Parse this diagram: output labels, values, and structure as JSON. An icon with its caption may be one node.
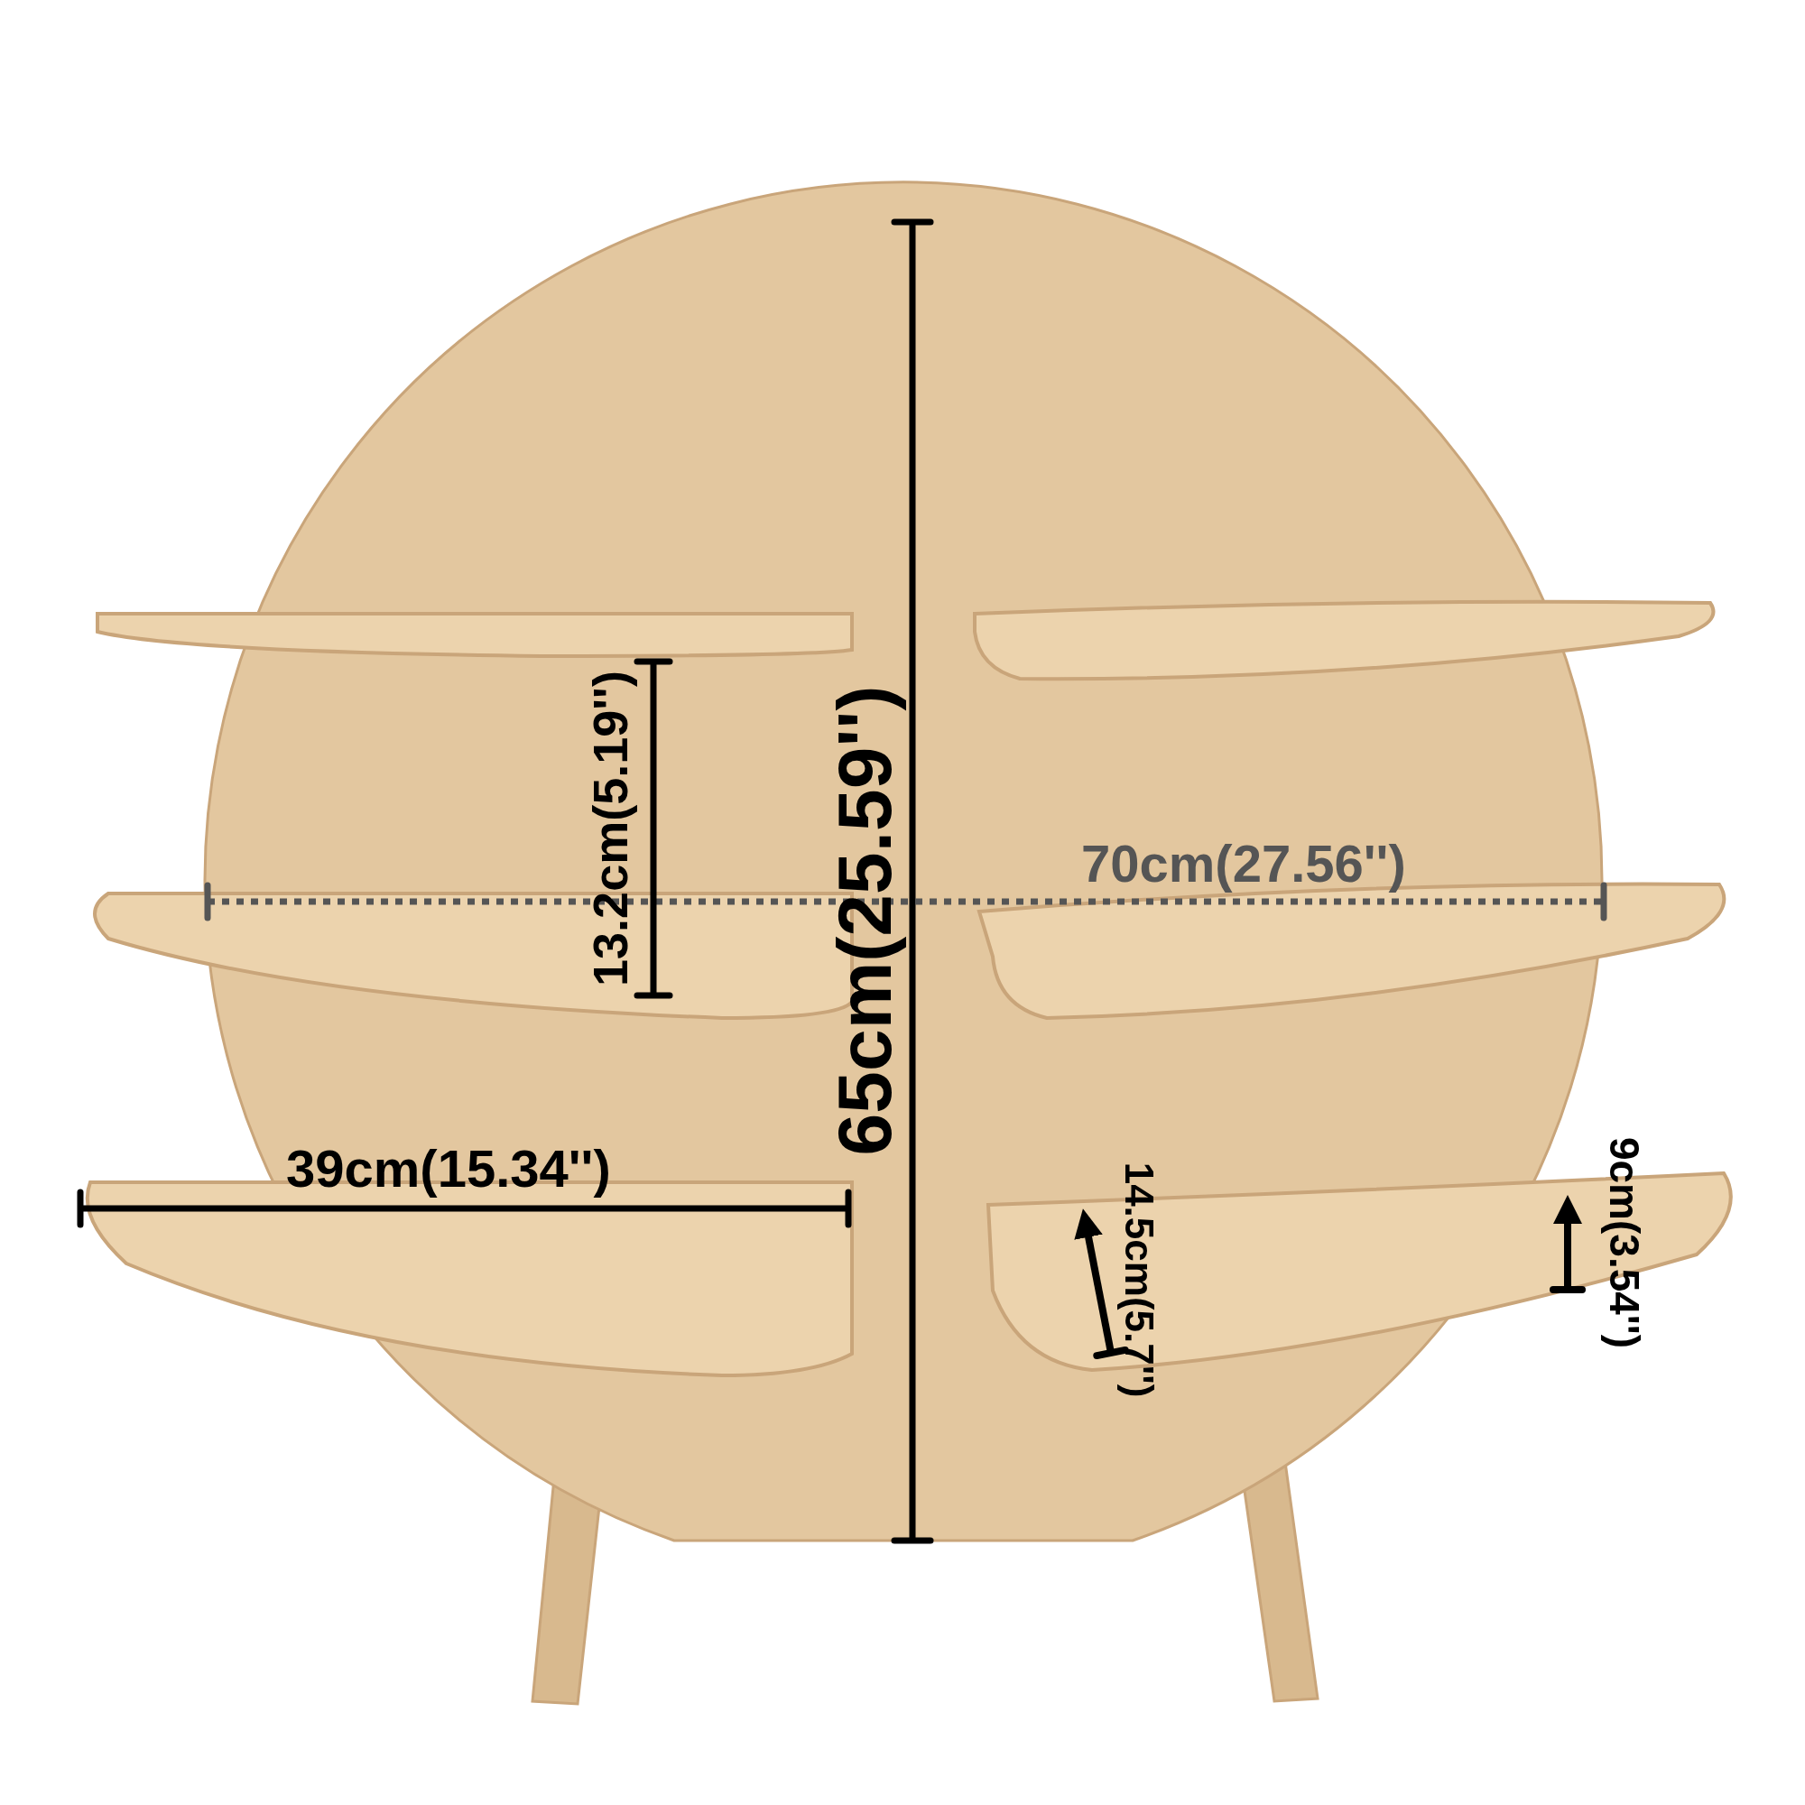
{
  "diagram": {
    "labels": [
      "65cm(25.59'')",
      "70cm(27.56'')",
      "13.2cm(5.19'')",
      "39cm(15.34'')",
      "14.5cm(5.7'')",
      "9cm(3.54'')"
    ]
  }
}
